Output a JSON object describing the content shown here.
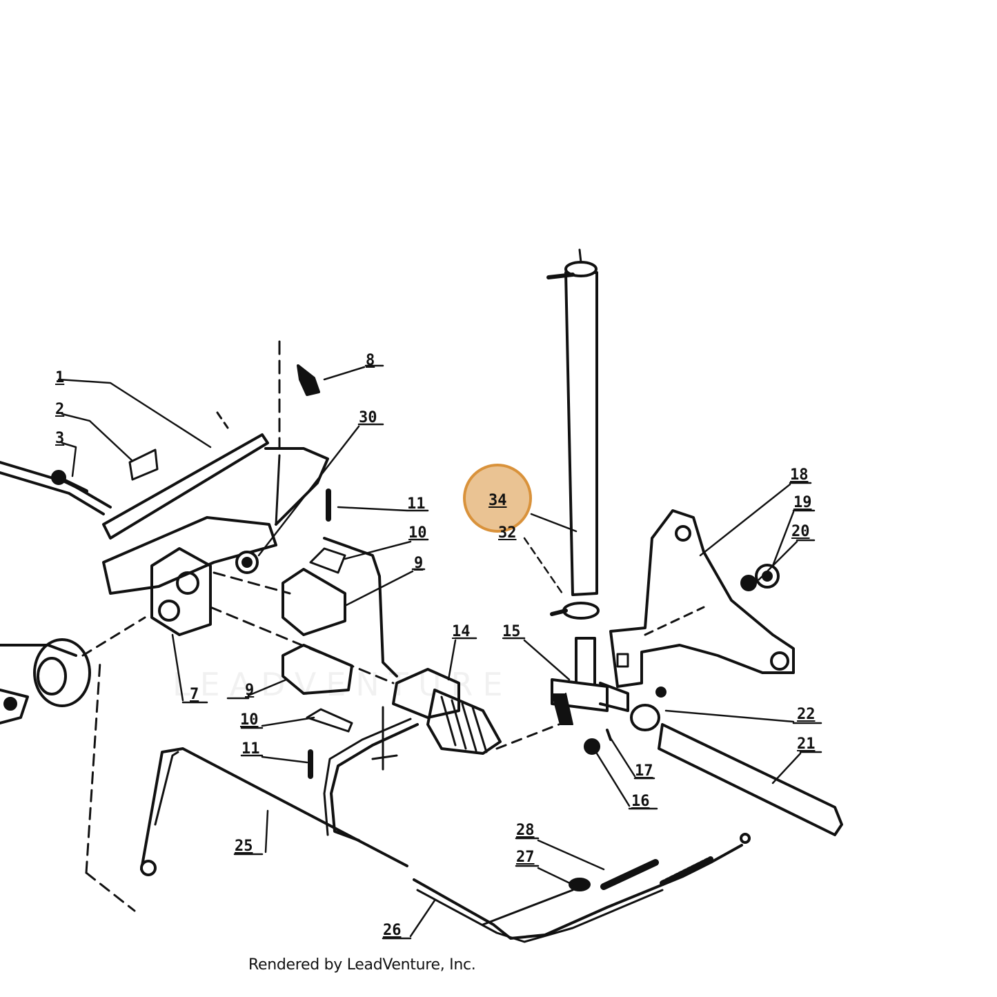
{
  "diagram": {
    "footer": "Rendered by LeadVenture, Inc.",
    "watermark": "LEADVENTURE",
    "highlight_color": "#d9923b",
    "highlighted_part": "34",
    "callouts": [
      "1",
      "2",
      "3",
      "30",
      "8",
      "11",
      "10",
      "9",
      "34",
      "32",
      "18",
      "19",
      "20",
      "14",
      "15",
      "7",
      "9",
      "10",
      "11",
      "22",
      "21",
      "17",
      "16",
      "25",
      "28",
      "27",
      "26"
    ]
  }
}
